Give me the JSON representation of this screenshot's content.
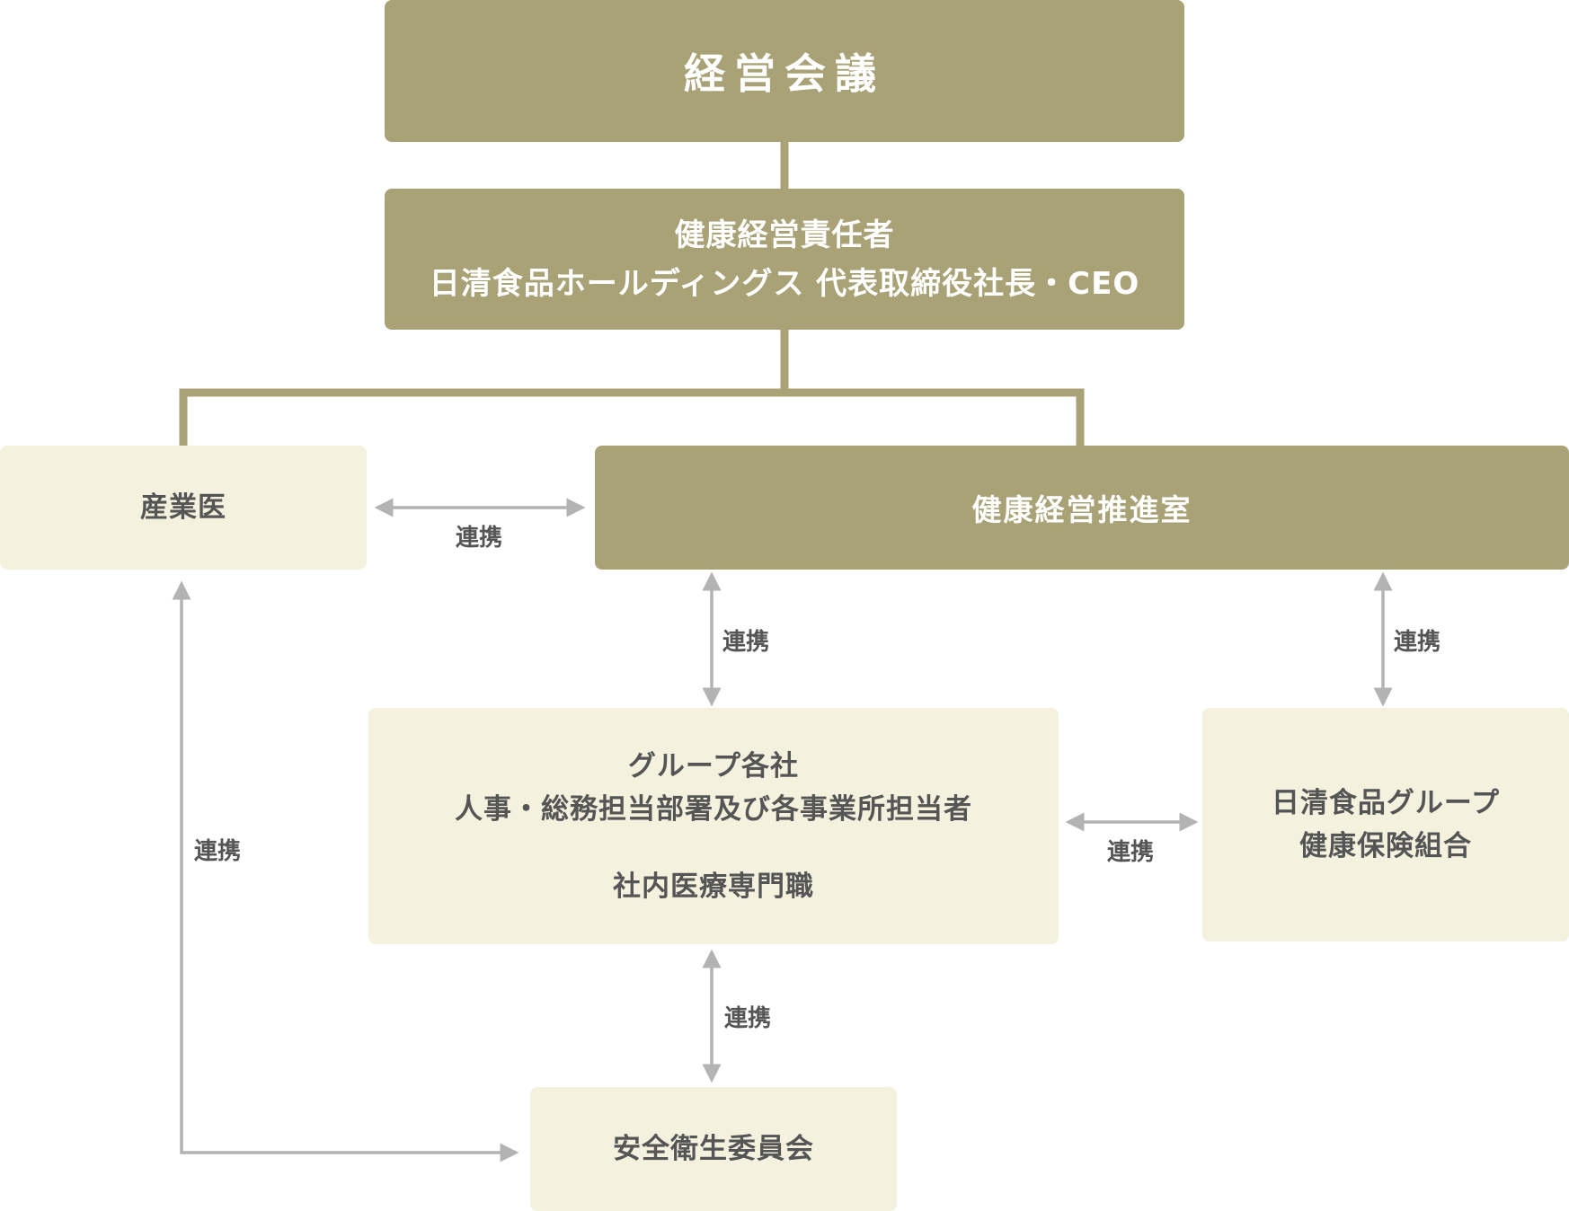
{
  "nodes": {
    "board": {
      "lines": [
        "経営会議"
      ]
    },
    "officer": {
      "lines": [
        "健康経営責任者",
        "日清食品ホールディングス 代表取締役社長・CEO"
      ]
    },
    "doctor": {
      "lines": [
        "産業医"
      ]
    },
    "office": {
      "lines": [
        "健康経営推進室"
      ]
    },
    "group": {
      "lines": [
        "グループ各社",
        "人事・総務担当部署及び各事業所担当者"
      ],
      "sub_lines": [
        "社内医療専門職"
      ]
    },
    "insurance": {
      "lines": [
        "日清食品グループ",
        "健康保険組合"
      ]
    },
    "committee": {
      "lines": [
        "安全衛生委員会"
      ]
    }
  },
  "edge_labels": {
    "doctor_office": "連携",
    "office_group": "連携",
    "office_insurance": "連携",
    "group_insurance": "連携",
    "group_committee": "連携",
    "doctor_committee": "連携"
  },
  "colors": {
    "dark_box": "#a8a276",
    "light_box": "#f4f2df",
    "hierarchy_line": "#a8a276",
    "arrow": "#b3b3b3",
    "text_dark": "#555555",
    "text_light": "#ffffff"
  }
}
